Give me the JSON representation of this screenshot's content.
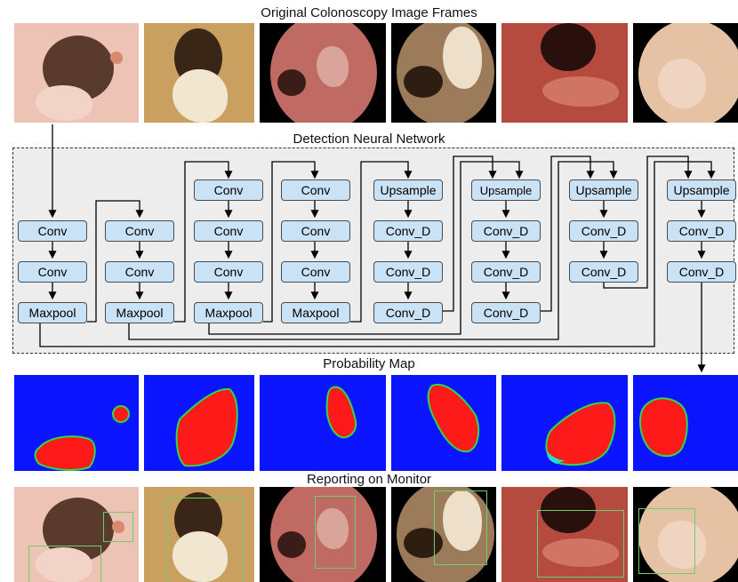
{
  "titles": {
    "original": "Original Colonoscopy Image Frames",
    "network": "Detection Neural Network",
    "probability": "Probability Map",
    "reporting": "Reporting on Monitor"
  },
  "network": {
    "columns": [
      {
        "blocks": [
          "Conv",
          "Conv",
          "Maxpool"
        ]
      },
      {
        "blocks": [
          "Conv",
          "Conv",
          "Maxpool"
        ]
      },
      {
        "blocks": [
          "Conv",
          "Conv",
          "Conv",
          "Maxpool"
        ]
      },
      {
        "blocks": [
          "Conv",
          "Conv",
          "Conv",
          "Maxpool"
        ]
      },
      {
        "blocks": [
          "Upsample",
          "Conv_D",
          "Conv_D",
          "Conv_D"
        ]
      },
      {
        "blocks": [
          "Upsample",
          "Conv_D",
          "Conv_D",
          "Conv_D"
        ]
      },
      {
        "blocks": [
          "Upsample",
          "Conv_D",
          "Conv_D"
        ]
      },
      {
        "blocks": [
          "Upsample",
          "Conv_D",
          "Conv_D"
        ]
      }
    ]
  },
  "colors": {
    "block_fill": "#c9e2f5",
    "panel_bg": "#ededed",
    "map_background": "#0a14ff",
    "map_region": "#ff1a1a",
    "detection_box": "#6fcf6f"
  }
}
